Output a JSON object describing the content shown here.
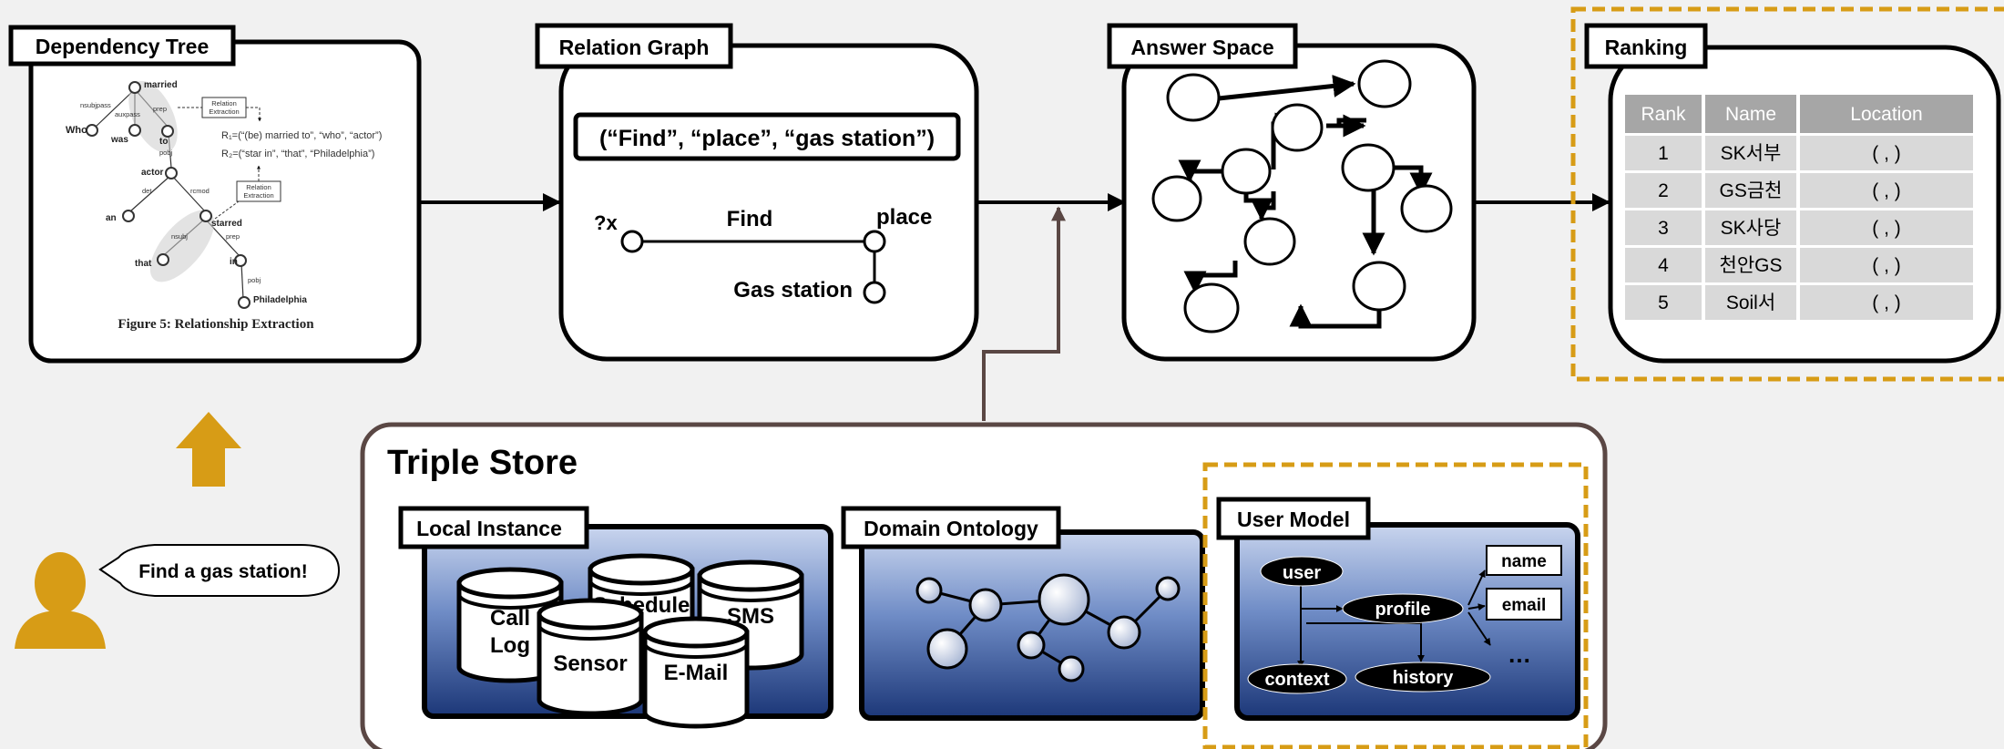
{
  "labels": {
    "dependency_tree": "Dependency Tree",
    "relation_graph": "Relation Graph",
    "answer_space": "Answer Space",
    "ranking": "Ranking",
    "triple_store": "Triple Store",
    "local_instance": "Local Instance",
    "domain_ontology": "Domain Ontology",
    "user_model": "User Model"
  },
  "dependency_figure": {
    "caption": "Figure 5: Relationship Extraction",
    "words": [
      "married",
      "Who",
      "was",
      "to",
      "actor",
      "an",
      "starred",
      "that",
      "in",
      "Philadelphia"
    ],
    "edges": [
      "nsubjpass",
      "auxpass",
      "prep",
      "pobj",
      "det",
      "rcmod",
      "nsubj",
      "prep",
      "pobj"
    ],
    "extraction_box": [
      "Relation",
      "Extraction"
    ],
    "r1": "R₁=(“(be) married to”, “who”, “actor”)",
    "r2": "R₂=(“star in”, “that”, “Philadelphia”)"
  },
  "relation_graph": {
    "triple": "(“Find”, “place”, “gas station”)",
    "var": "?x",
    "edge": "Find",
    "place": "place",
    "gas": "Gas station"
  },
  "ranking": {
    "headers": [
      "Rank",
      "Name",
      "Location"
    ],
    "rows": [
      [
        "1",
        "SK서부",
        "( , )"
      ],
      [
        "2",
        "GS금천",
        "( , )"
      ],
      [
        "3",
        "SK사당",
        "( , )"
      ],
      [
        "4",
        "천안GS",
        "( , )"
      ],
      [
        "5",
        "Soil서",
        "( , )"
      ]
    ]
  },
  "speech": "Find a gas station!",
  "local_instance": {
    "call_log": [
      "Call",
      "Log"
    ],
    "schedule": "Schedule",
    "sms": "SMS",
    "sensor": "Sensor",
    "email": "E-Mail"
  },
  "user_model": {
    "user": "user",
    "profile": "profile",
    "context": "context",
    "history": "history",
    "name": "name",
    "email": "email",
    "ellipsis": "…"
  },
  "colors": {
    "accent": "#d79c16",
    "panel_top": "#c9d5ee",
    "panel_bottom": "#1c3778",
    "table_header": "#a6a6a6",
    "table_row": "#d9d9d9",
    "triple_store_border": "#5a4744"
  }
}
